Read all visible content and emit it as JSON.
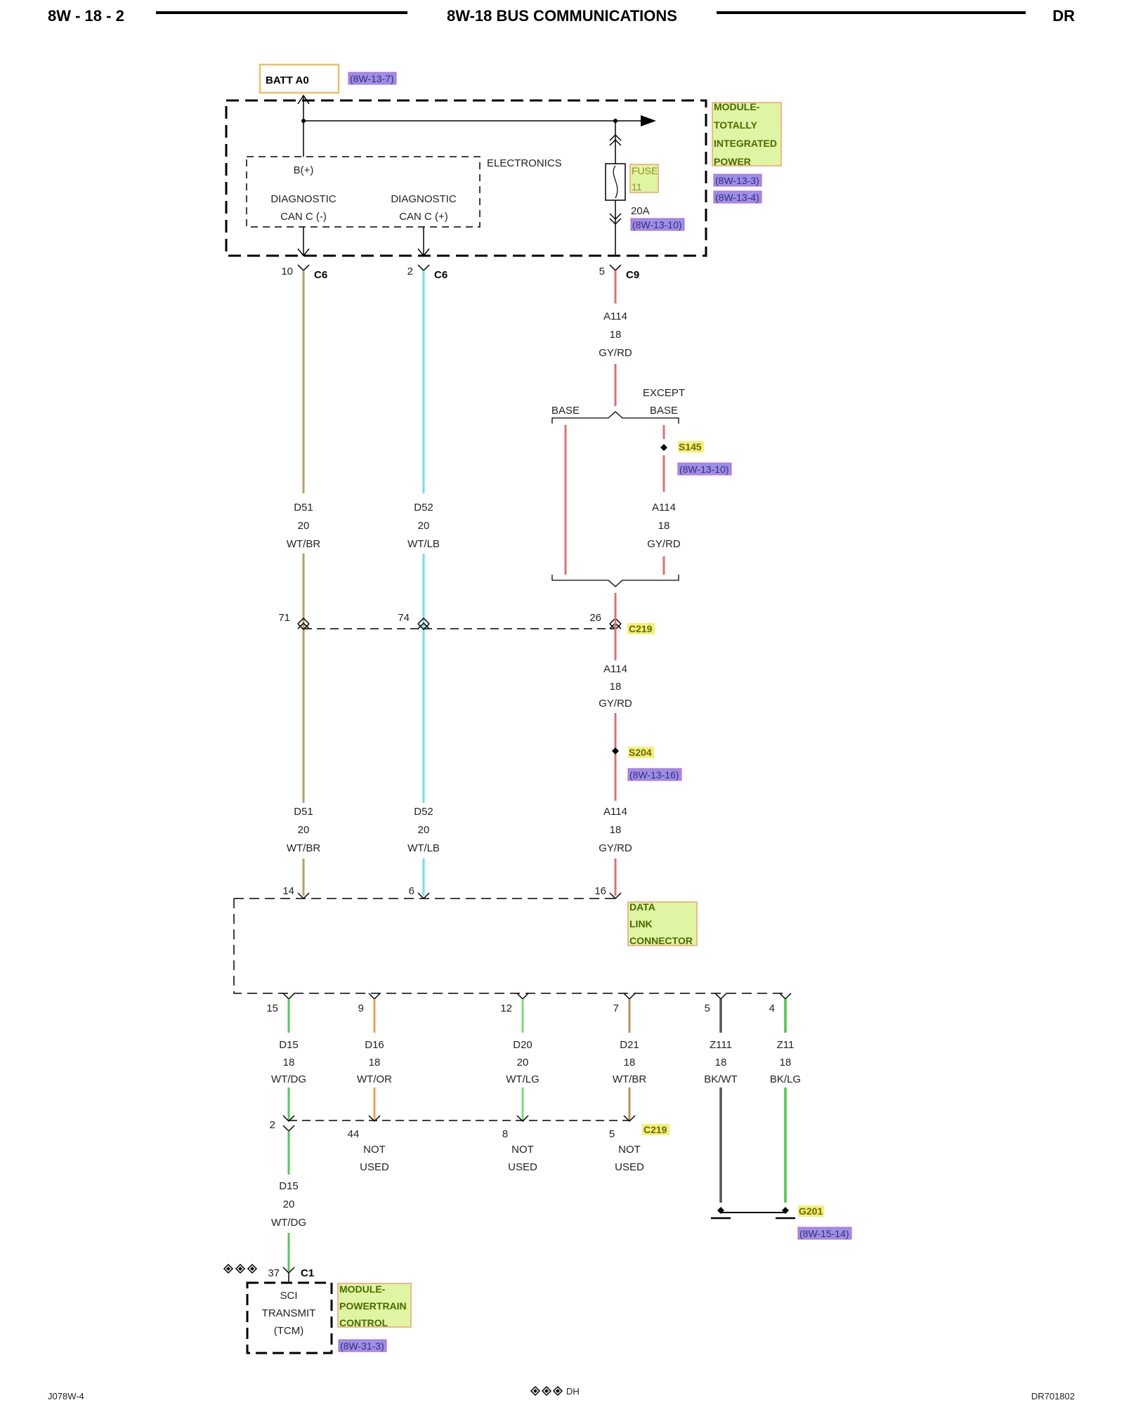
{
  "header": {
    "page": "8W - 18 - 2",
    "title": "8W-18 BUS COMMUNICATIONS",
    "model": "DR"
  },
  "footer": {
    "left": "J078W-4",
    "center": "DH",
    "right": "DR701802"
  },
  "batt": {
    "label": "BATT A0",
    "ref": "(8W-13-7)"
  },
  "tipm": {
    "name": [
      "MODULE-",
      "TOTALLY",
      "INTEGRATED",
      "POWER"
    ],
    "refs": [
      "(8W-13-3)",
      "(8W-13-4)"
    ],
    "electronics": "ELECTRONICS",
    "bplus": "B(+)",
    "pin_minus": [
      "DIAGNOSTIC",
      "CAN C (-)"
    ],
    "pin_plus": [
      "DIAGNOSTIC",
      "CAN C (+)"
    ],
    "fuse": {
      "label": "FUSE",
      "num": "11",
      "amps": "20A",
      "ref": "(8W-13-10)"
    }
  },
  "tipm_pins": {
    "d51": {
      "pin": "10",
      "conn": "C6"
    },
    "d52": {
      "pin": "2",
      "conn": "C6"
    },
    "a114": {
      "pin": "5",
      "conn": "C9"
    }
  },
  "wires": {
    "a114_top": [
      "A114",
      "18",
      "GY/RD"
    ],
    "base": "BASE",
    "except_base": [
      "EXCEPT",
      "BASE"
    ],
    "s145": {
      "label": "S145",
      "ref": "(8W-13-10)"
    },
    "a114_except": [
      "A114",
      "18",
      "GY/RD"
    ],
    "d51_upper": [
      "D51",
      "20",
      "WT/BR"
    ],
    "d52_upper": [
      "D52",
      "20",
      "WT/LB"
    ],
    "c219_top": {
      "conn": "C219",
      "pins": [
        "71",
        "74",
        "26"
      ]
    },
    "a114_mid": [
      "A114",
      "18",
      "GY/RD"
    ],
    "s204": {
      "label": "S204",
      "ref": "(8W-13-16)"
    },
    "d51_lower": [
      "D51",
      "20",
      "WT/BR"
    ],
    "d52_lower": [
      "D52",
      "20",
      "WT/LB"
    ],
    "a114_lower": [
      "A114",
      "18",
      "GY/RD"
    ]
  },
  "dlc": {
    "name": [
      "DATA",
      "LINK",
      "CONNECTOR"
    ],
    "top_pins": [
      "14",
      "6",
      "16"
    ],
    "bottom_pins": [
      "15",
      "9",
      "12",
      "7",
      "5",
      "4"
    ]
  },
  "dlc_wires": [
    [
      "D15",
      "18",
      "WT/DG"
    ],
    [
      "D16",
      "18",
      "WT/OR"
    ],
    [
      "D20",
      "20",
      "WT/LG"
    ],
    [
      "D21",
      "18",
      "WT/BR"
    ],
    [
      "Z111",
      "18",
      "BK/WT"
    ],
    [
      "Z11",
      "18",
      "BK/LG"
    ]
  ],
  "c219_bottom": {
    "conn": "C219",
    "pins": [
      "2",
      "44",
      "8",
      "5"
    ],
    "not_used": [
      "NOT",
      "USED"
    ]
  },
  "d15_lower": [
    "D15",
    "20",
    "WT/DG"
  ],
  "g201": {
    "label": "G201",
    "ref": "(8W-15-14)"
  },
  "pcm": {
    "pin": "37",
    "conn": "C1",
    "pin_name": [
      "SCI",
      "TRANSMIT",
      "(TCM)"
    ],
    "name": [
      "MODULE-",
      "POWERTRAIN",
      "CONTROL"
    ],
    "ref": "(8W-31-3)"
  },
  "colors": {
    "d51": "#b8a060",
    "d52": "#6ee0ee",
    "a114": "#e07070",
    "d15": "#55c855",
    "d16": "#f0a050",
    "d20": "#77dd77",
    "d21": "#b89060",
    "z111": "#555555",
    "z11": "#44cc44",
    "ref_bg": "#9b8fe8",
    "label_bg": "#dff5a3"
  }
}
